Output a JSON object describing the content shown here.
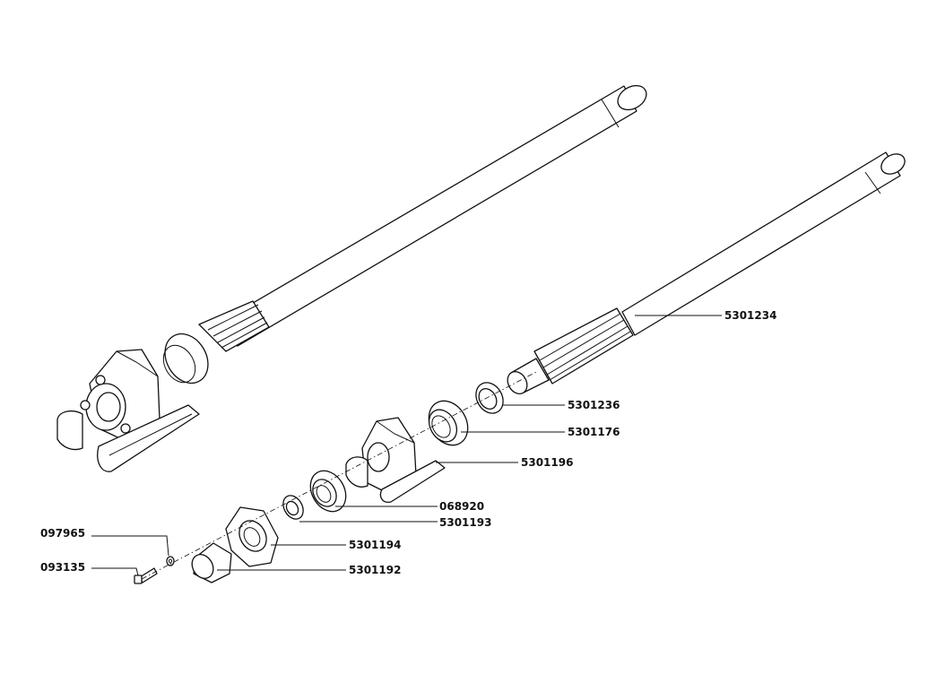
{
  "labels": {
    "p5301234": "5301234",
    "p5301236": "5301236",
    "p5301176": "5301176",
    "p5301196": "5301196",
    "p068920": "068920",
    "p5301193": "5301193",
    "p5301194": "5301194",
    "p5301192": "5301192",
    "p097965": "097965",
    "p093135": "093135"
  }
}
